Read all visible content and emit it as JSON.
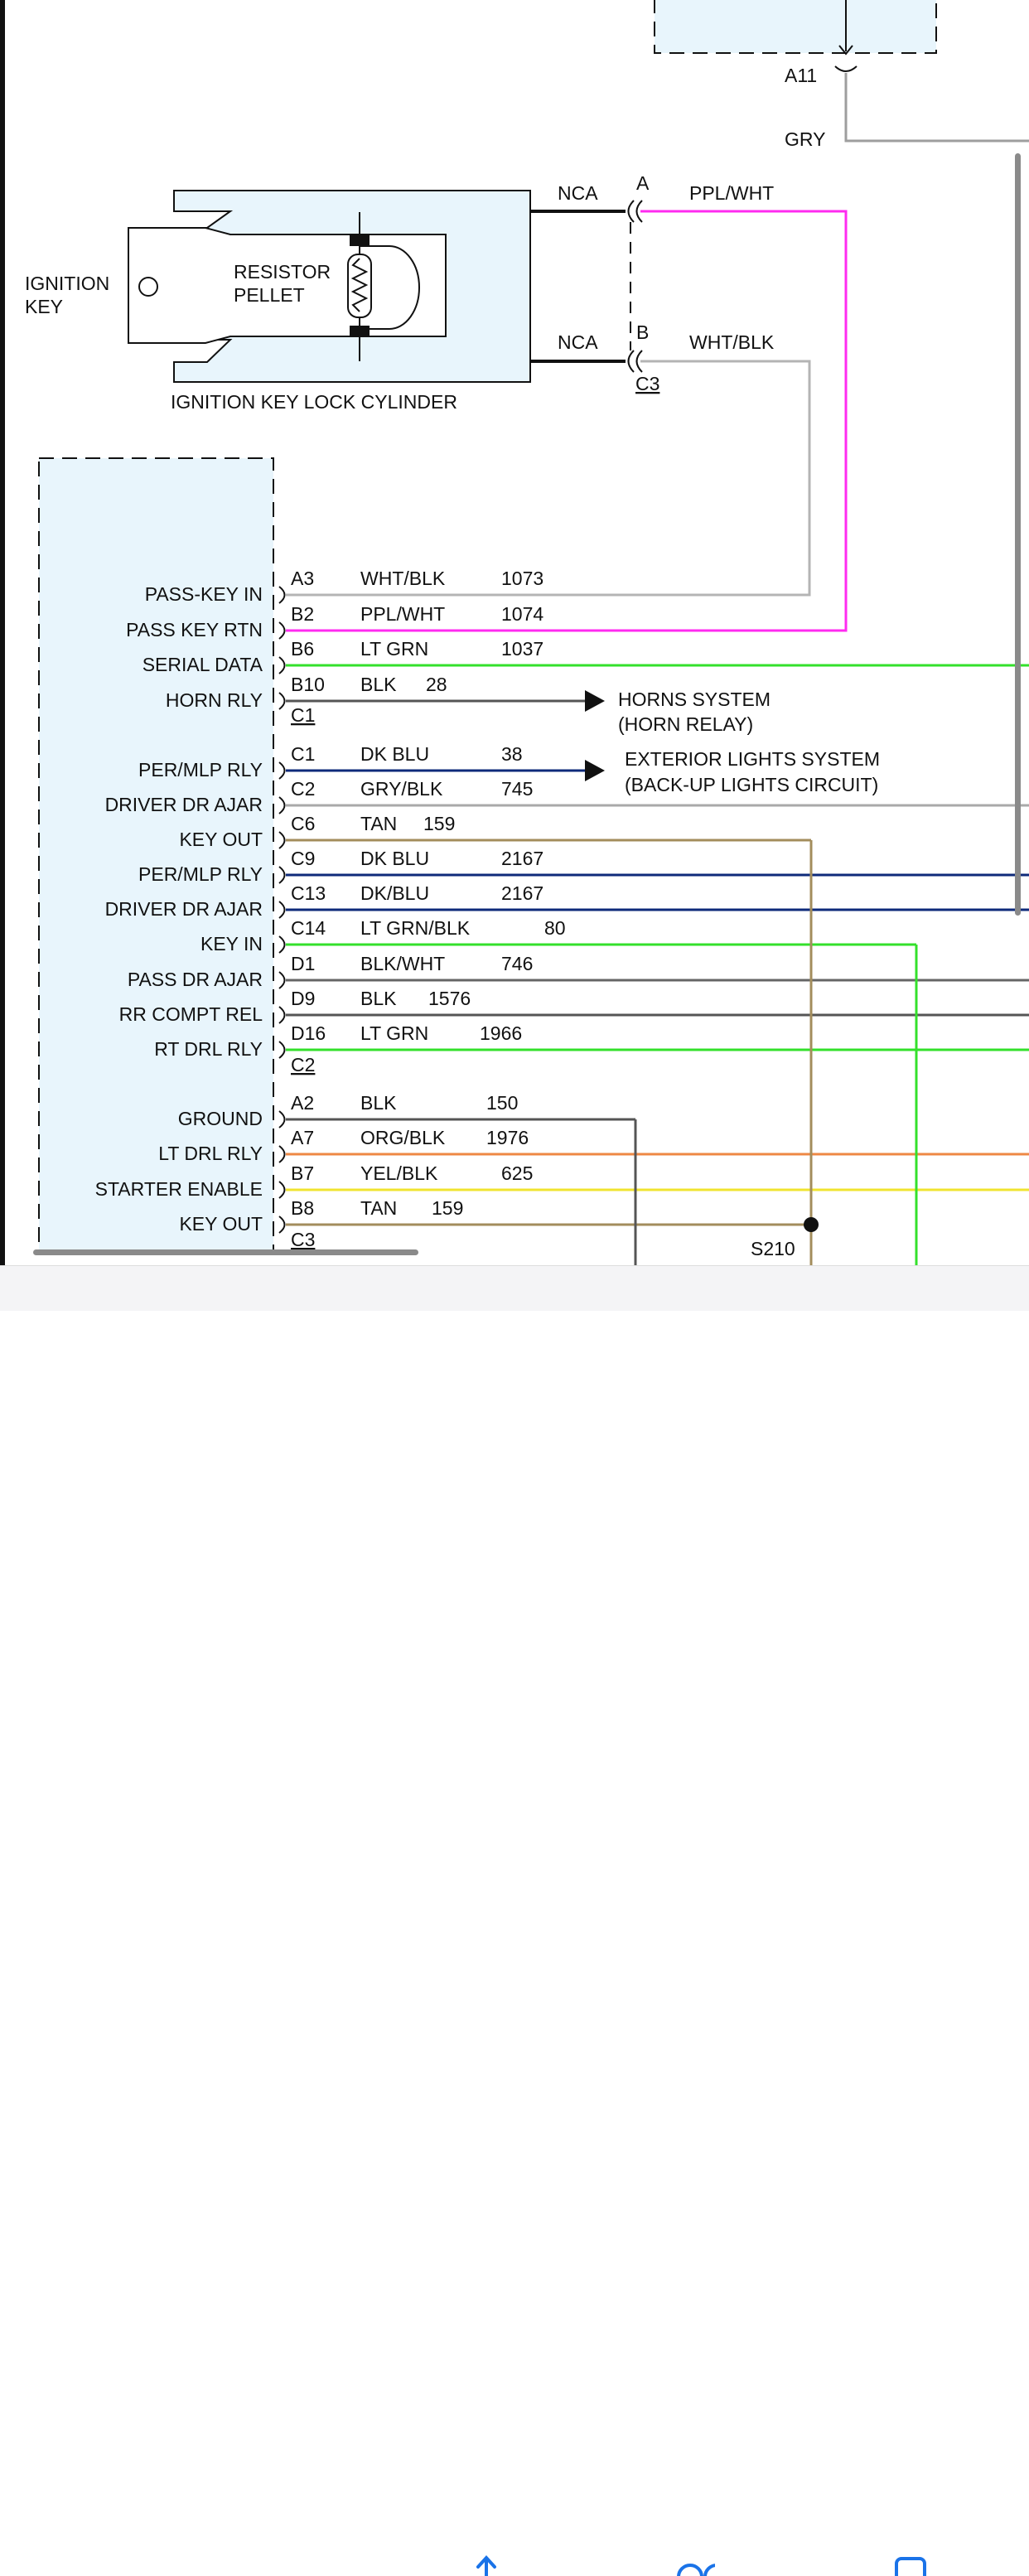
{
  "diagram": {
    "module_connector_top": {
      "pin": "A11",
      "wire_color": "GRY"
    },
    "key_cylinder": {
      "title": "IGNITION KEY LOCK CYLINDER",
      "ignition_key_label": "IGNITION\nKEY",
      "resistor_label": "RESISTOR\nPELLET",
      "circuit_a_nca": "NCA",
      "circuit_b_nca": "NCA",
      "pin_a": "A",
      "pin_b": "B",
      "connector": "C3",
      "wire_a_color": "PPL/WHT",
      "wire_b_color": "WHT/BLK"
    },
    "connector_labels": [
      "C1",
      "C2",
      "C3"
    ],
    "pins": [
      {
        "name": "PASS-KEY IN",
        "pin": "A3",
        "color": "WHT/BLK",
        "circuit": "1073",
        "hex": "#a9a9a9"
      },
      {
        "name": "PASS KEY RTN",
        "pin": "B2",
        "color": "PPL/WHT",
        "circuit": "1074",
        "hex": "#ff2bf0"
      },
      {
        "name": "SERIAL DATA",
        "pin": "B6",
        "color": "LT GRN",
        "circuit": "1037",
        "hex": "#33e02b"
      },
      {
        "name": "HORN RLY",
        "pin": "B10",
        "color": "BLK",
        "circuit": "28",
        "hex": "#555555"
      },
      {
        "name": "PER/MLP RLY",
        "pin": "C1",
        "color": "DK BLU",
        "circuit": "38",
        "hex": "#0e2a7a"
      },
      {
        "name": "DRIVER DR AJAR",
        "pin": "C2",
        "color": "GRY/BLK",
        "circuit": "745",
        "hex": "#a9a9a9"
      },
      {
        "name": "KEY OUT",
        "pin": "C6",
        "color": "TAN",
        "circuit": "159",
        "hex": "#a38d5c"
      },
      {
        "name": "PER/MLP RLY",
        "pin": "C9",
        "color": "DK BLU",
        "circuit": "2167",
        "hex": "#0e2a7a"
      },
      {
        "name": "DRIVER DR AJAR",
        "pin": "C13",
        "color": "DK/BLU",
        "circuit": "2167",
        "hex": "#0e2a7a"
      },
      {
        "name": "KEY IN",
        "pin": "C14",
        "color": "LT GRN/BLK",
        "circuit": "80",
        "hex": "#33e02b"
      },
      {
        "name": "PASS DR AJAR",
        "pin": "D1",
        "color": "BLK/WHT",
        "circuit": "746",
        "hex": "#666666"
      },
      {
        "name": "RR COMPT REL",
        "pin": "D9",
        "color": "BLK",
        "circuit": "1576",
        "hex": "#555555"
      },
      {
        "name": "RT DRL RLY",
        "pin": "D16",
        "color": "LT GRN",
        "circuit": "1966",
        "hex": "#33e02b"
      },
      {
        "name": "GROUND",
        "pin": "A2",
        "color": "BLK",
        "circuit": "150",
        "hex": "#555555"
      },
      {
        "name": "LT DRL RLY",
        "pin": "A7",
        "color": "ORG/BLK",
        "circuit": "1976",
        "hex": "#ee8844"
      },
      {
        "name": "STARTER ENABLE",
        "pin": "B7",
        "color": "YEL/BLK",
        "circuit": "625",
        "hex": "#f0e430"
      },
      {
        "name": "KEY OUT",
        "pin": "B8",
        "color": "TAN",
        "circuit": "159",
        "hex": "#a38d5c"
      }
    ],
    "horn_ref": {
      "line1": "HORNS SYSTEM",
      "line2": "(HORN RELAY)"
    },
    "ext_ref": {
      "line1": "EXTERIOR LIGHTS SYSTEM",
      "line2": "(BACK-UP LIGHTS CIRCUIT)"
    },
    "splice": "S210"
  },
  "toolbar": {
    "icons": [
      "share-icon",
      "glasses-icon",
      "copy-icon"
    ]
  }
}
